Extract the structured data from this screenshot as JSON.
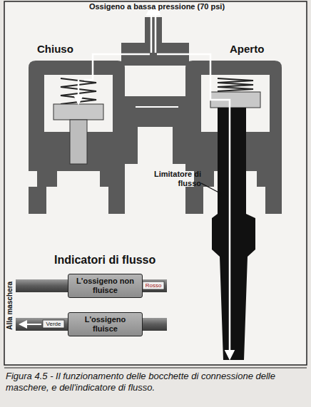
{
  "diagram": {
    "caption": "Figura 4.5 - Il funzionamento delle bocchette di connessione delle maschere, e dell'indicatore di flusso.",
    "nodes": [
      {
        "text": [
          "L'ossigeno non fluisce"
        ]
      },
      {
        "text": [
          "L'ossigeno fluisce"
        ]
      }
    ],
    "labels": [
      "Ossigeno a bassa pressione (70 psi)",
      "Chiuso",
      "Aperto",
      "Limitatore di flusso",
      "Indicatori di flusso",
      "Rosso",
      "Verde",
      "Alla maschera"
    ]
  }
}
